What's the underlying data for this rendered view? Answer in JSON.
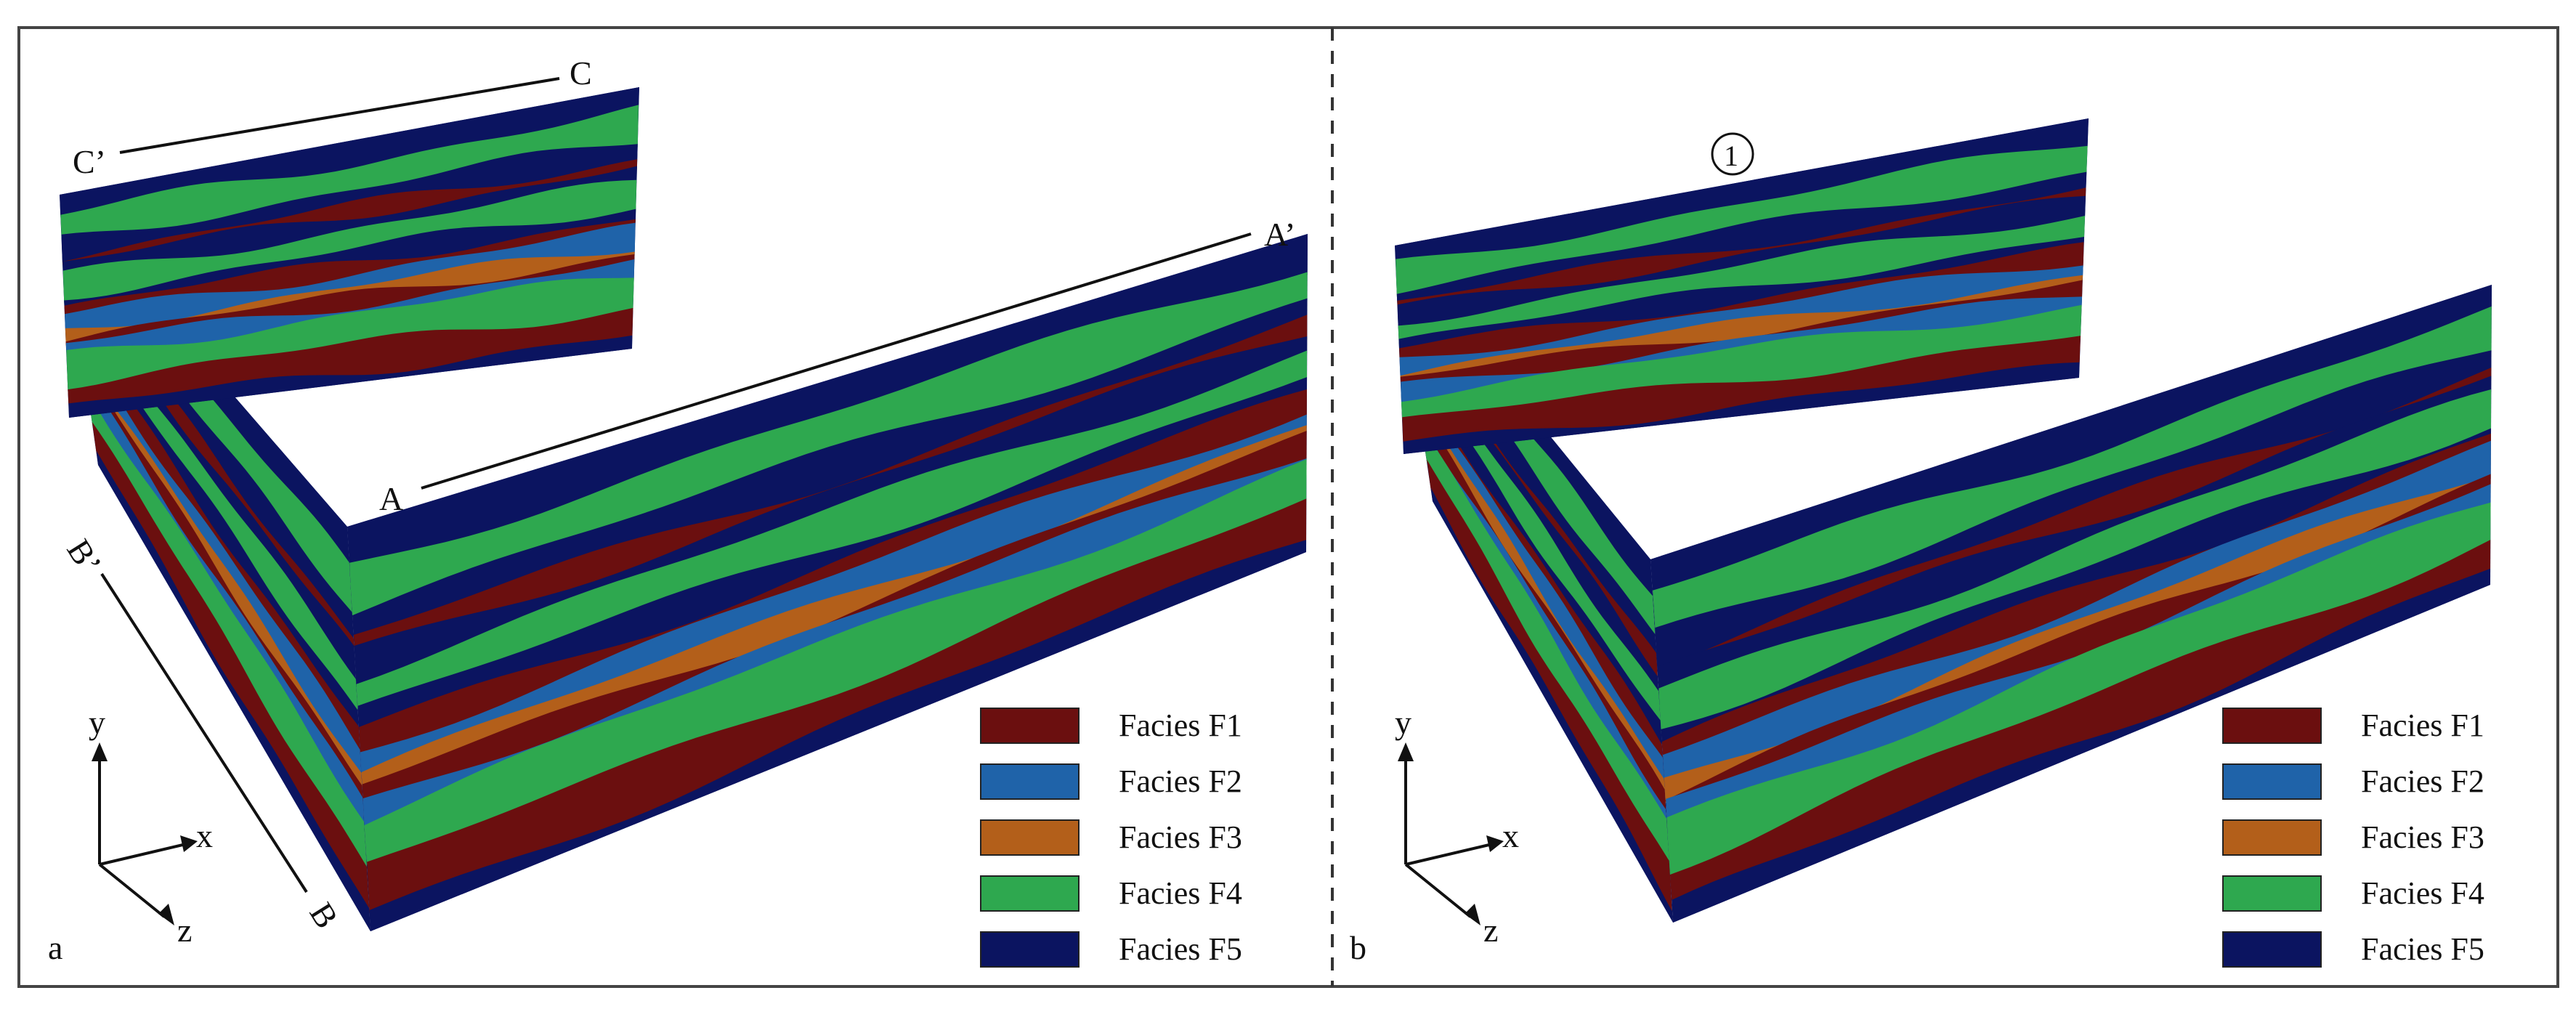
{
  "colors": {
    "F1": "#6b0f0f",
    "F2": "#1f63a9",
    "F3": "#b35f1a",
    "F4": "#2ea84f",
    "F5": "#0b1460",
    "frame": "#444444",
    "line": "#111111"
  },
  "legend": {
    "items": [
      {
        "key": "F1",
        "label": "Facies F1"
      },
      {
        "key": "F2",
        "label": "Facies F2"
      },
      {
        "key": "F3",
        "label": "Facies F3"
      },
      {
        "key": "F4",
        "label": "Facies F4"
      },
      {
        "key": "F5",
        "label": "Facies F5"
      }
    ]
  },
  "panel_a": {
    "letter": "a",
    "sections": {
      "c_start": "C’",
      "c_end": "C",
      "a_start": "A",
      "a_end": "A’",
      "b_start": "B’",
      "b_end": "B"
    },
    "axes": {
      "x": "x",
      "y": "y",
      "z": "z"
    }
  },
  "panel_b": {
    "letter": "b",
    "marker": "1",
    "axes": {
      "x": "x",
      "y": "y",
      "z": "z"
    }
  }
}
